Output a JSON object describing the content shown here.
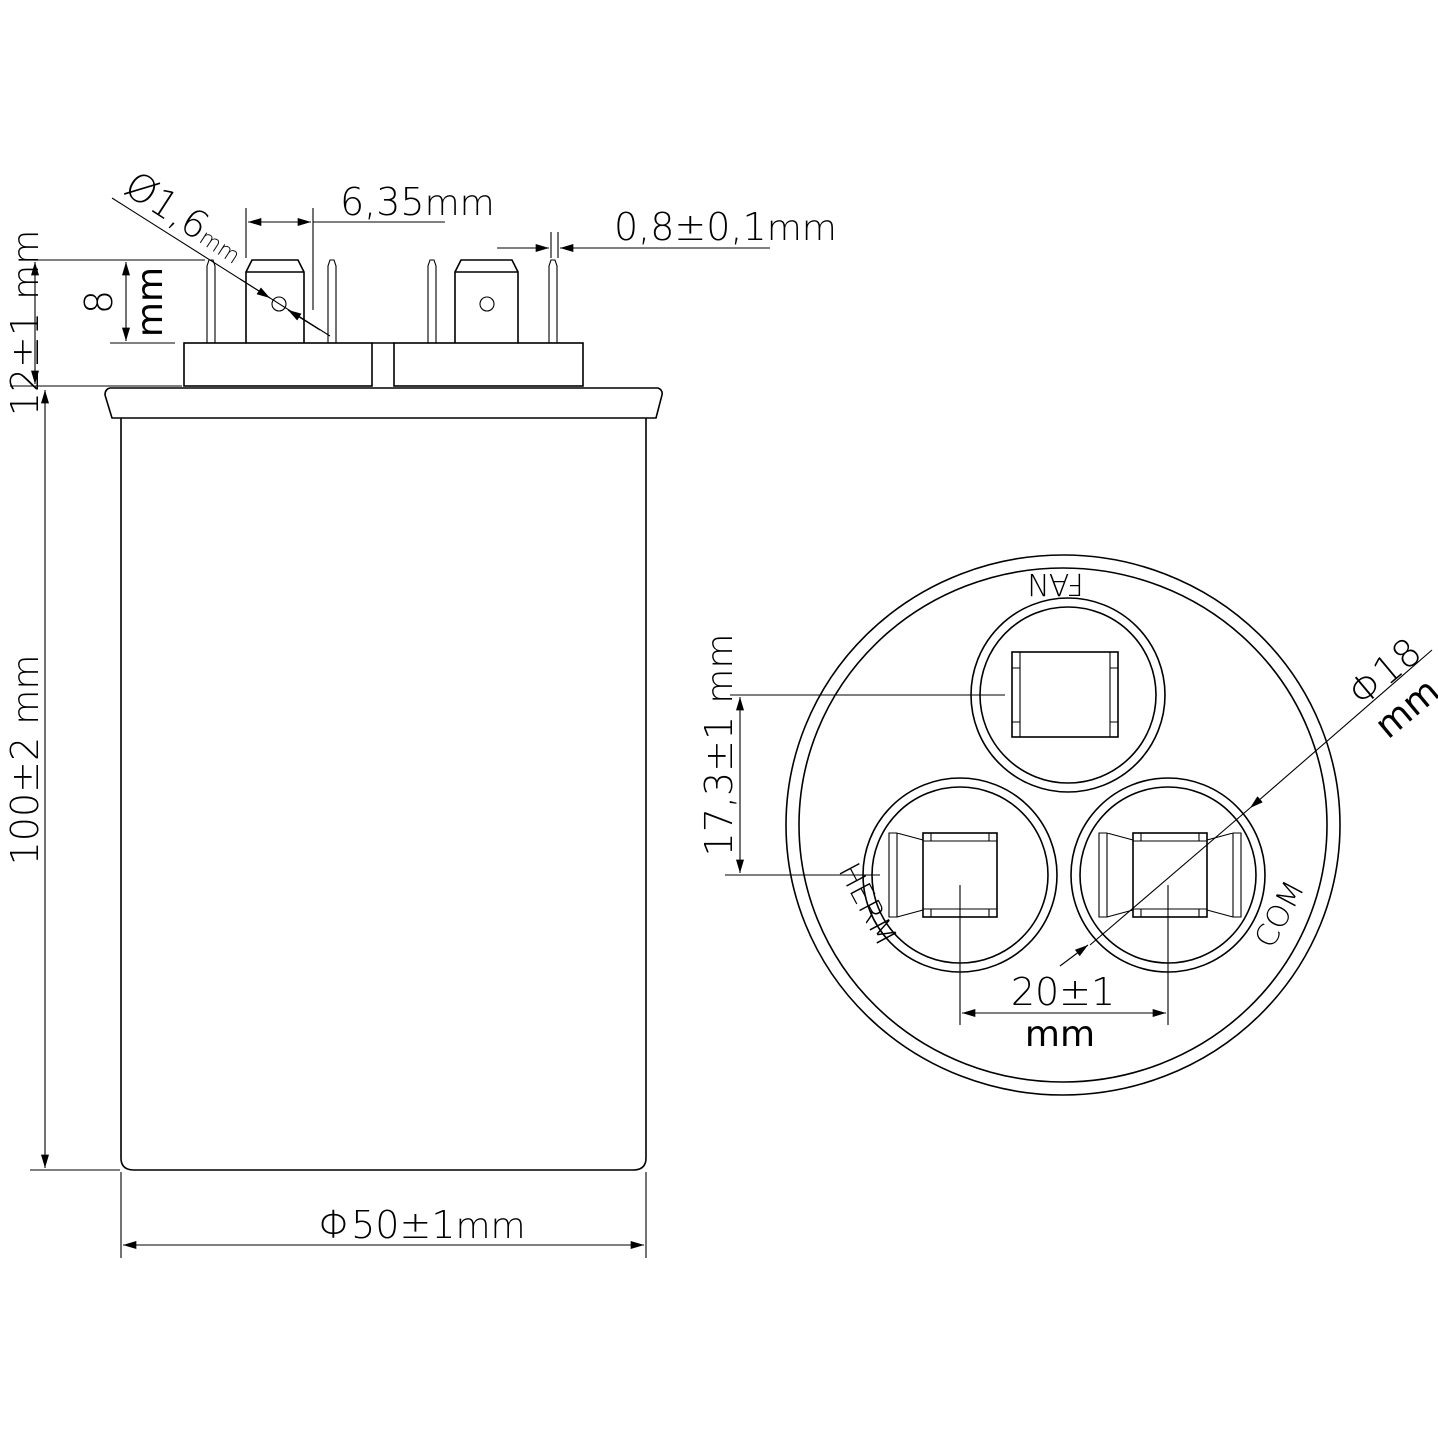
{
  "side_view": {
    "pin_diameter": {
      "value": "Ø1,6",
      "unit": "mm"
    },
    "terminal_spacing": {
      "value": "6,35",
      "unit": "mm"
    },
    "pin_thickness": {
      "value": "0,8±0,1",
      "unit": "mm"
    },
    "terminal_length": {
      "value": "8",
      "unit": "mm"
    },
    "terminal_height": {
      "value": "12±1",
      "unit": "mm"
    },
    "body_height": {
      "value": "100±2",
      "unit": "mm"
    },
    "body_diameter": {
      "value": "Φ50±1",
      "unit": "mm"
    }
  },
  "top_view": {
    "terminals": [
      "FAN",
      "HERM",
      "COM"
    ],
    "vertical_spacing": {
      "value": "17,3±1",
      "unit": "mm"
    },
    "horizontal_spacing": {
      "value": "20±1",
      "unit": "mm"
    },
    "terminal_circle_diameter": {
      "value": "Φ18",
      "unit": "mm"
    }
  },
  "colors": {
    "line": "#000000",
    "background": "#ffffff"
  }
}
